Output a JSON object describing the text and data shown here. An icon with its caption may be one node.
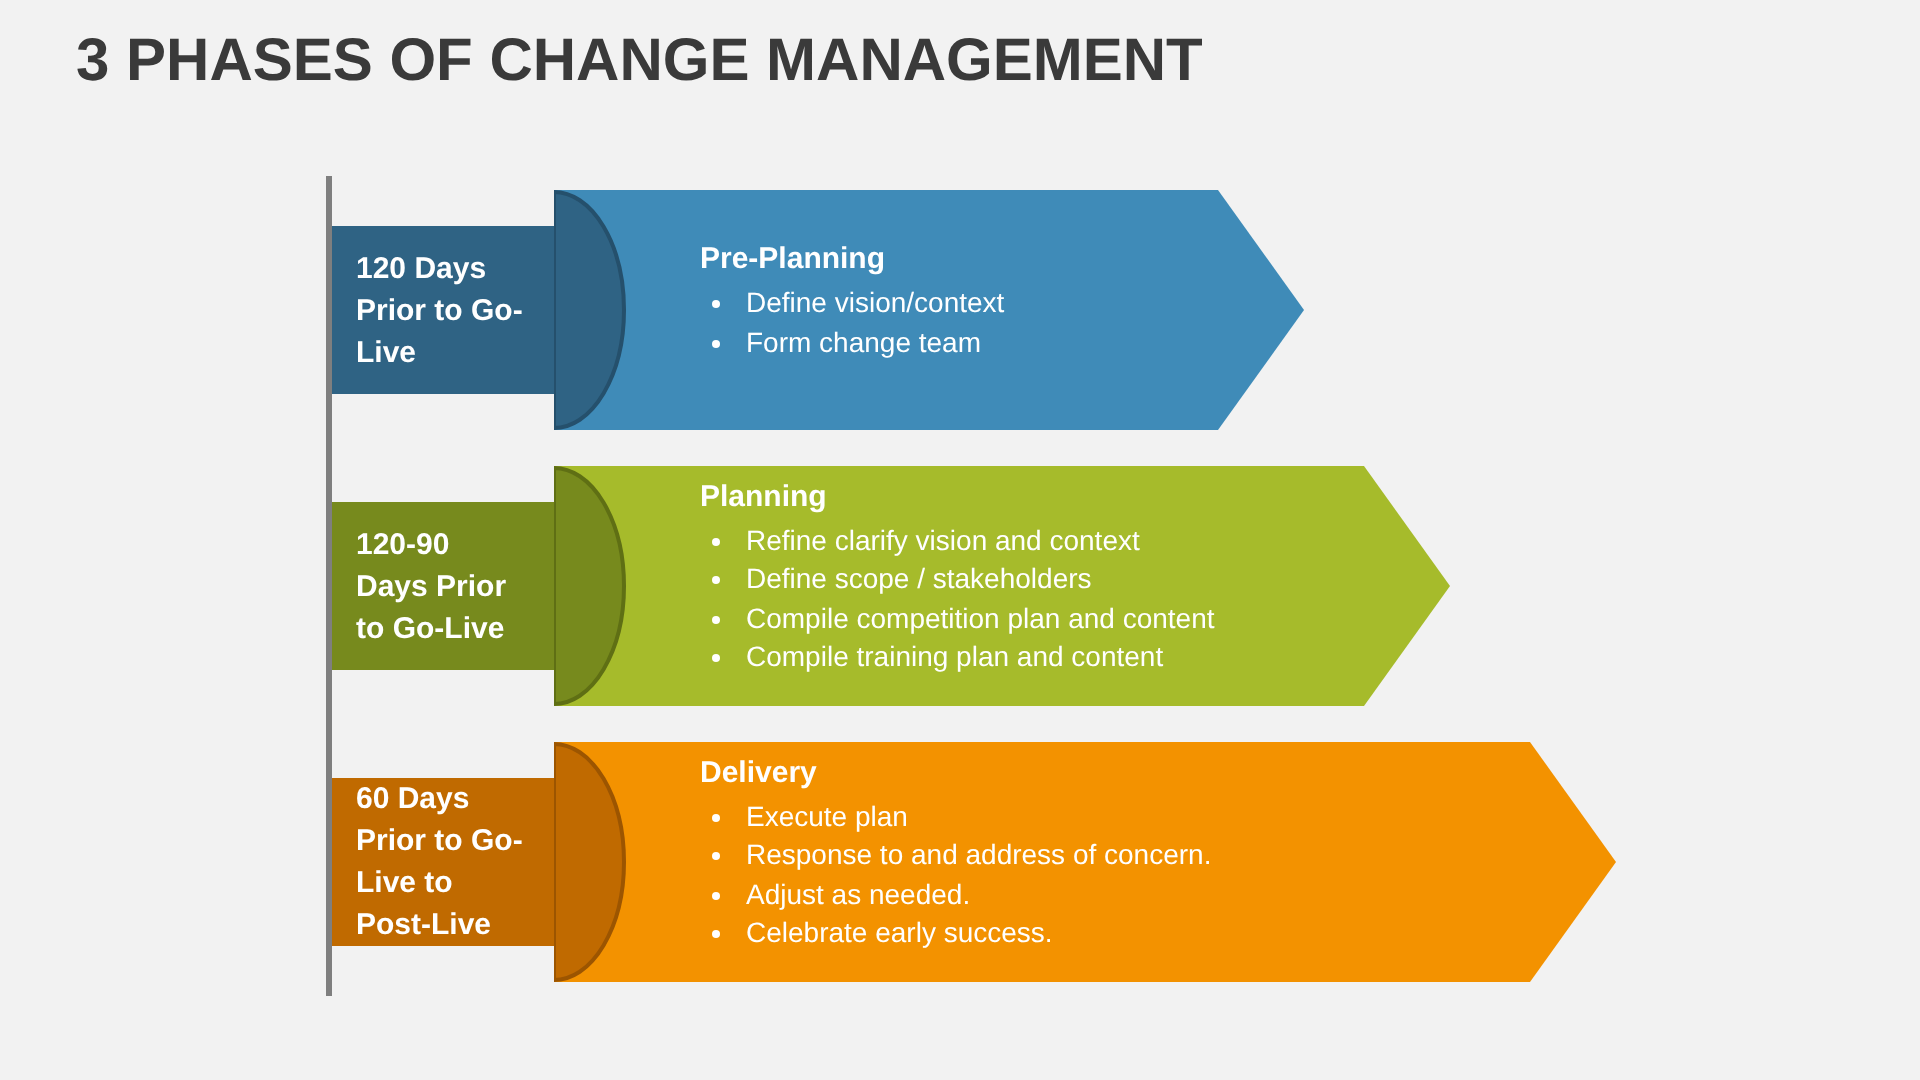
{
  "diagram": {
    "title": "3 PHASES OF CHANGE MANAGEMENT",
    "nodes": [
      {
        "text": [
          "120 Days Prior to Go-Live"
        ]
      },
      {
        "text": [
          "Pre-Planning",
          "Define vision/context",
          "Form change team"
        ]
      },
      {
        "text": [
          "120-90 Days Prior to Go-Live"
        ]
      },
      {
        "text": [
          "Planning",
          "Refine clarify vision and context",
          "Define scope / stakeholders",
          "Compile competition plan and content",
          "Compile training plan and content"
        ]
      },
      {
        "text": [
          "60 Days Prior to Go-Live to Post-Live"
        ]
      },
      {
        "text": [
          "Delivery",
          "Execute plan",
          "Response to and address of concern.",
          "Adjust as needed.",
          "Celebrate early success."
        ]
      }
    ]
  }
}
